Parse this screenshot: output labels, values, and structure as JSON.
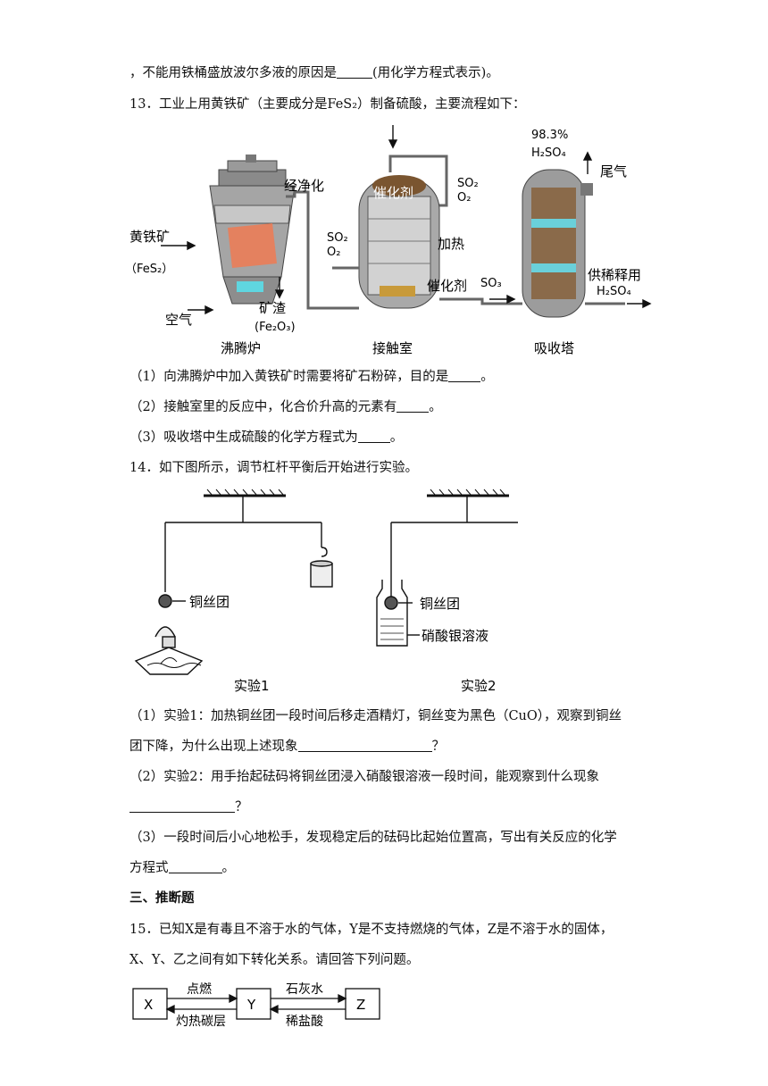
{
  "q12_tail": {
    "pre": "，不能用铁桶盛放波尔多液的原因是",
    "post": "(用化学方程式表示)。"
  },
  "q13": {
    "stem": "13．工业上用黄铁矿（主要成分是FeS₂）制备硫酸，主要流程如下：",
    "diagram": {
      "furnace": "沸腾炉",
      "contact": "接触室",
      "absorber": "吸收塔",
      "pyrite": "黄铁矿",
      "fes2": "（FeS₂）",
      "air": "空气",
      "slag": "矿渣",
      "fe2o3": "(Fe₂O₃)",
      "purify": "经净化",
      "so2": "SO₂",
      "o2": "O₂",
      "catalyst_top": "催化剂",
      "heat": "加热",
      "catalyst_bottom": "催化剂",
      "so3": "SO₃",
      "conc": "98.3%",
      "h2so4_top": "H₂SO₄",
      "tail_gas": "尾气",
      "dilute_use": "供稀释用",
      "h2so4_out": "H₂SO₄"
    },
    "q1": {
      "pre": "（1）向沸腾炉中加入黄铁矿时需要将矿石粉碎，目的是",
      "post": "。"
    },
    "q2": {
      "pre": "（2）接触室里的反应中，化合价升高的元素有",
      "post": "。"
    },
    "q3": {
      "pre": "（3）吸收塔中生成硫酸的化学方程式为",
      "post": "。"
    }
  },
  "q14": {
    "stem": "14．如下图所示，调节杠杆平衡后开始进行实验。",
    "diagram": {
      "copper1": "铜丝团",
      "copper2": "铜丝团",
      "silver_nitrate": "硝酸银溶液",
      "exp1": "实验1",
      "exp2": "实验2"
    },
    "q1_line1": "（1）实验1：加热铜丝团一段时间后移走酒精灯，铜丝变为黑色（CuO），观察到铜丝",
    "q1_line2_pre": "团下降，为什么出现上述现象",
    "q1_line2_post": "？",
    "q2_line1": "（2）实验2：用手抬起砝码将铜丝团浸入硝酸银溶液一段时间，能观察到什么现象",
    "q2_line2_post": "？",
    "q3_line1": "（3）一段时间后小心地松手，发现稳定后的砝码比起始位置高，写出有关反应的化学",
    "q3_line2_pre": "方程式",
    "q3_line2_post": "。"
  },
  "section3": {
    "title": "三、推断题"
  },
  "q15": {
    "line1": "15．已知X是有毒且不溶于水的气体，Y是不支持燃烧的气体，Z是不溶于水的固体，",
    "line2": "X、Y、乙之间有如下转化关系。请回答下列问题。",
    "diagram": {
      "x": "X",
      "y": "Y",
      "z": "Z",
      "ignite": "点燃",
      "hot_carbon": "灼热碳层",
      "limewater": "石灰水",
      "dilute_hcl": "稀盐酸"
    }
  }
}
